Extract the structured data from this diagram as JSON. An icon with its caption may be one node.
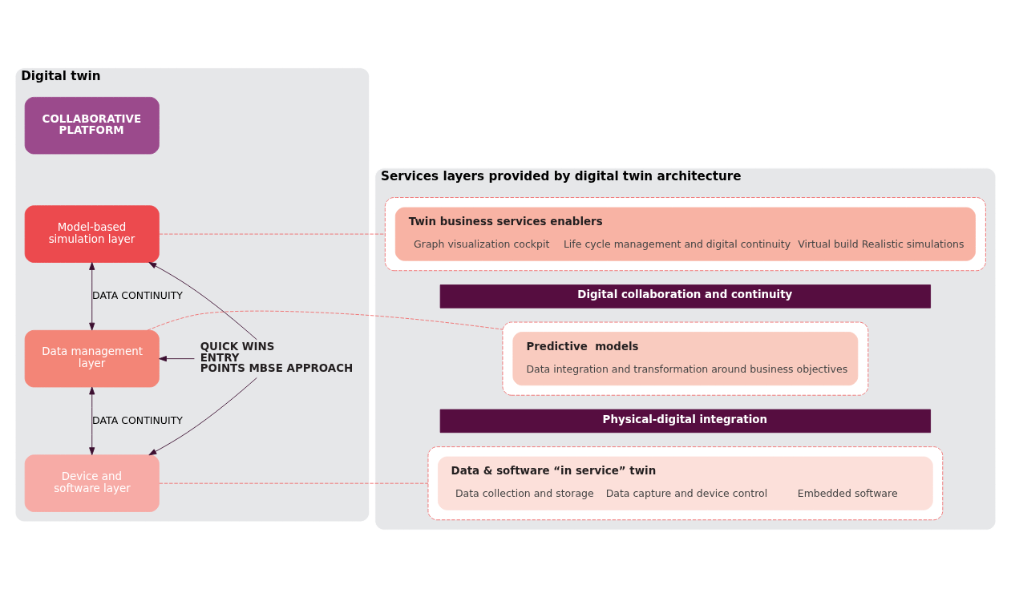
{
  "diagram": {
    "nodes": [
      {
        "text": [
          "Digital twin"
        ]
      },
      {
        "text": [
          "COLLABORATIVE PLATFORM"
        ],
        "in": 0
      },
      {
        "text": [
          "Model-based simulation layer"
        ],
        "in": 0
      },
      {
        "text": [
          "Data management layer"
        ],
        "in": 0
      },
      {
        "text": [
          "Device and software layer"
        ],
        "in": 0
      },
      {
        "text": [
          "QUICK WINS ENTRY POINTS MBSE APPROACH"
        ],
        "in": 0
      },
      {
        "text": [
          "Services layers provided by digital twin architecture"
        ]
      },
      {
        "text": [],
        "shape": "box",
        "in": 6
      },
      {
        "text": [
          "Twin business services enablers",
          "Graph visualization cockpit",
          "Life cycle management and digital continuity",
          "Virtual build Realistic simulations"
        ],
        "in": 7
      },
      {
        "text": [
          "Digital collaboration and continuity"
        ],
        "in": 6
      },
      {
        "text": [],
        "shape": "box",
        "in": 6
      },
      {
        "text": [
          "Predictive  models",
          "Data integration and transformation around business objectives"
        ],
        "in": 10
      },
      {
        "text": [
          "Physical-digital integration"
        ],
        "in": 6
      },
      {
        "text": [],
        "shape": "box",
        "in": 6
      },
      {
        "text": [
          "Data & software “in service” twin",
          "Data collection and storage",
          "Data capture and device control",
          "Embedded software"
        ],
        "in": 13
      }
    ],
    "edges": [
      {
        "from": 2,
        "to": 3,
        "arrow": "both",
        "label": "DATA CONTINUITY"
      },
      {
        "from": 3,
        "to": 4,
        "arrow": "both",
        "label": "DATA CONTINUITY"
      },
      {
        "from": 5,
        "to": 2,
        "arrow": "to"
      },
      {
        "from": 5,
        "to": 3,
        "arrow": "to"
      },
      {
        "from": 5,
        "to": 4,
        "arrow": "to"
      },
      {
        "from": 2,
        "to": 7,
        "arrow": "none",
        "style": "dashed",
        "color": "#f06b6b"
      },
      {
        "from": 3,
        "to": 10,
        "arrow": "none",
        "style": "dashed",
        "color": "#f06b6b"
      },
      {
        "from": 4,
        "to": 13,
        "arrow": "none",
        "style": "dashed",
        "color": "#f06b6b"
      }
    ]
  }
}
